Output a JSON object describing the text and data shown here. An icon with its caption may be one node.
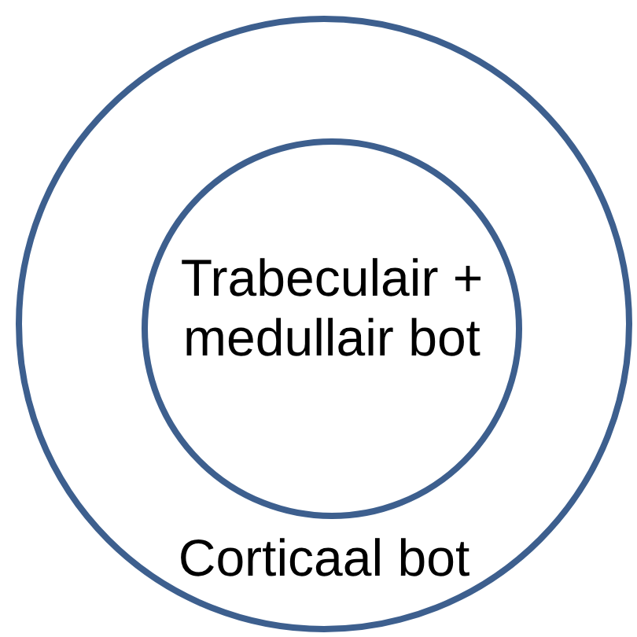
{
  "diagram": {
    "nodes": [
      {
        "text": [
          "Corticaal bot"
        ]
      },
      {
        "text": [
          "Trabeculair + medullair bot"
        ],
        "in": 0
      }
    ]
  }
}
